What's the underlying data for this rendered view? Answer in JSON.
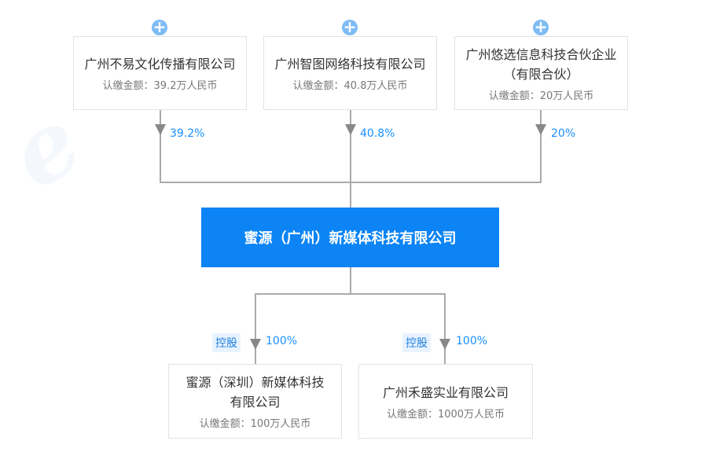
{
  "shareholders": [
    {
      "name": "广州不易文化传播有限公司",
      "amount": "认缴金额：39.2万人民币",
      "percent": "39.2%"
    },
    {
      "name": "广州智图网络科技有限公司",
      "amount": "认缴金额：40.8万人民币",
      "percent": "40.8%"
    },
    {
      "name": "广州悠选信息科技合伙企业（有限合伙）",
      "amount": "认缴金额：20万人民币",
      "percent": "20%"
    }
  ],
  "company": {
    "name": "蜜源（广州）新媒体科技有限公司"
  },
  "subsidiaries": [
    {
      "name": "蜜源（深圳）新媒体科技有限公司",
      "amount": "认缴金额：100万人民币",
      "percent": "100%",
      "tag": "控股"
    },
    {
      "name": "广州禾盛实业有限公司",
      "amount": "认缴金额：1000万人民币",
      "percent": "100%",
      "tag": "控股"
    }
  ],
  "colors": {
    "primary": "#0c84f5",
    "percent": "#1890ff"
  }
}
